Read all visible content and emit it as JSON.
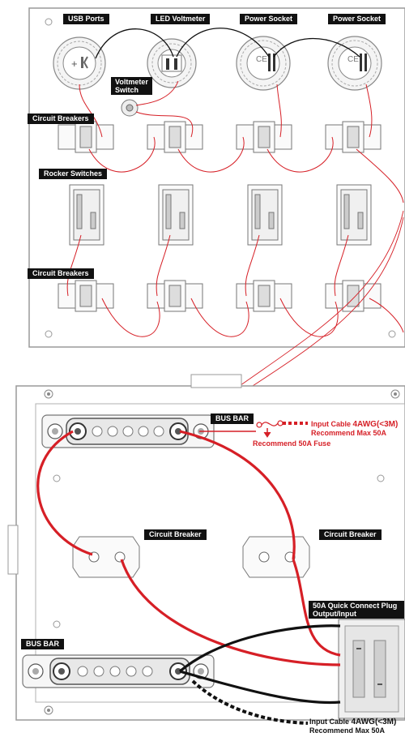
{
  "colors": {
    "wire_red": "#d61f26",
    "wire_black": "#111111",
    "panel_stroke": "#9a9a9a",
    "label_bg": "#111111"
  },
  "top_panel": {
    "labels": {
      "usb": "USB Ports",
      "led": "LED Voltmeter",
      "socket1": "Power Socket",
      "socket2": "Power Socket",
      "voltmeter_switch": "Voltmeter\nSwitch",
      "breakers_top": "Circuit Breakers",
      "rocker": "Rocker Switches",
      "breakers_bottom": "Circuit Breakers"
    }
  },
  "bottom_panel": {
    "labels": {
      "bus_bar_top": "BUS BAR",
      "breaker_left": "Circuit Breaker",
      "breaker_right": "Circuit Breaker",
      "bus_bar_bottom": "BUS BAR",
      "quick_connect": "50A Quick Connect Plug\nOutput/Input"
    },
    "notes": {
      "input_top_prefix": "Input Cable ",
      "input_top_value": "4AWG(<3M)",
      "input_top_line2": "Recommend Max 50A",
      "fuse": "Recommend 50A Fuse",
      "input_bottom_prefix": "Input Cable ",
      "input_bottom_value": "4AWG(<3M)",
      "input_bottom_line2": "Recommend Max 50A"
    }
  }
}
